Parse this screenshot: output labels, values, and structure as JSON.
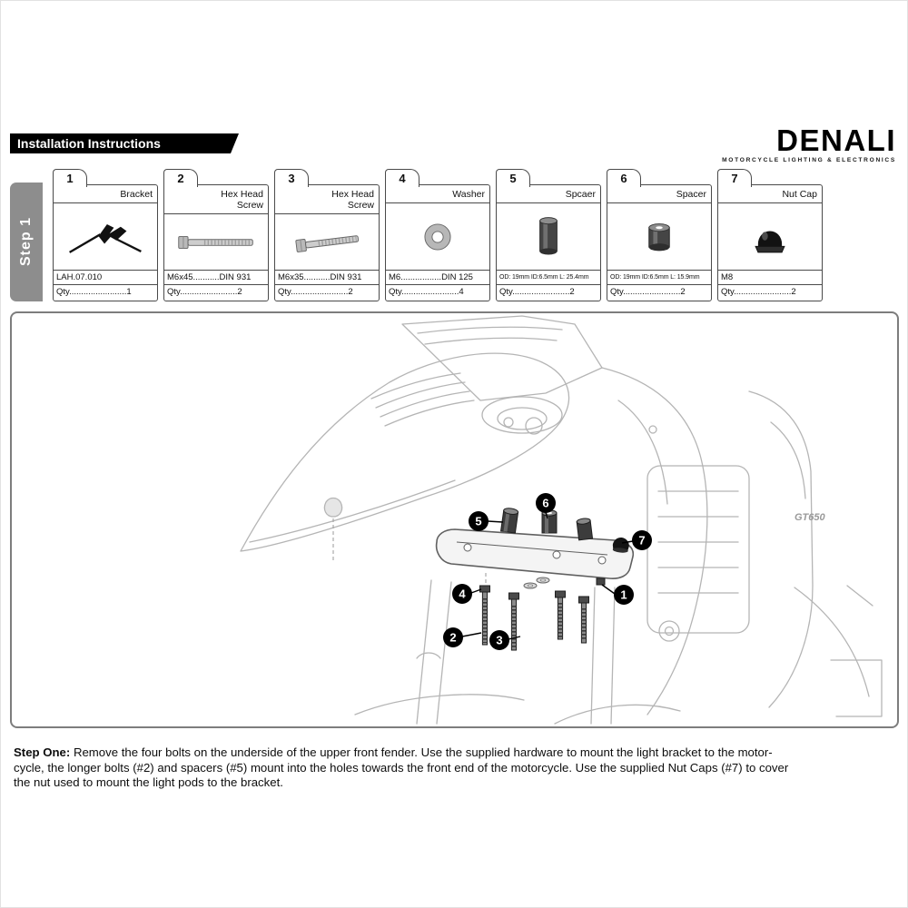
{
  "header": {
    "title": "Installation Instructions",
    "brand": "DENALI",
    "brand_tagline": "MOTORCYCLE LIGHTING & ELECTRONICS"
  },
  "step_label": "Step 1",
  "parts": [
    {
      "num": "1",
      "name": "Bracket",
      "spec": "LAH.07.010",
      "qty": "Qty........................1"
    },
    {
      "num": "2",
      "name": "Hex Head Screw",
      "spec": "M6x45...........DIN 931",
      "qty": "Qty........................2"
    },
    {
      "num": "3",
      "name": "Hex Head Screw",
      "spec": "M6x35...........DIN 931",
      "qty": "Qty........................2"
    },
    {
      "num": "4",
      "name": "Washer",
      "spec": "M6.................DIN 125",
      "qty": "Qty........................4"
    },
    {
      "num": "5",
      "name": "Spcaer",
      "spec": "OD: 19mm ID:6.5mm L: 25.4mm",
      "qty": "Qty........................2"
    },
    {
      "num": "6",
      "name": "Spacer",
      "spec": "OD: 19mm ID:6.5mm L: 15.9mm",
      "qty": "Qty........................2"
    },
    {
      "num": "7",
      "name": "Nut Cap",
      "spec": "M8",
      "qty": "Qty........................2"
    }
  ],
  "diagram": {
    "bike_logo": "GT650",
    "callouts": [
      {
        "label": "5"
      },
      {
        "label": "6"
      },
      {
        "label": "7"
      },
      {
        "label": "4"
      },
      {
        "label": "1"
      },
      {
        "label": "2"
      },
      {
        "label": "3"
      }
    ]
  },
  "footer": {
    "lead": "Step One:",
    "lines": [
      "Remove the four bolts on the underside of the upper front fender. Use the supplied hardware to mount the light bracket to the motor-",
      "cycle, the longer bolts (#2) and spacers (#5) mount into the holes towards the front end of the motorcycle.  Use the supplied Nut Caps (#7) to cover",
      "the nut used to mount the light pods to the bracket."
    ]
  }
}
